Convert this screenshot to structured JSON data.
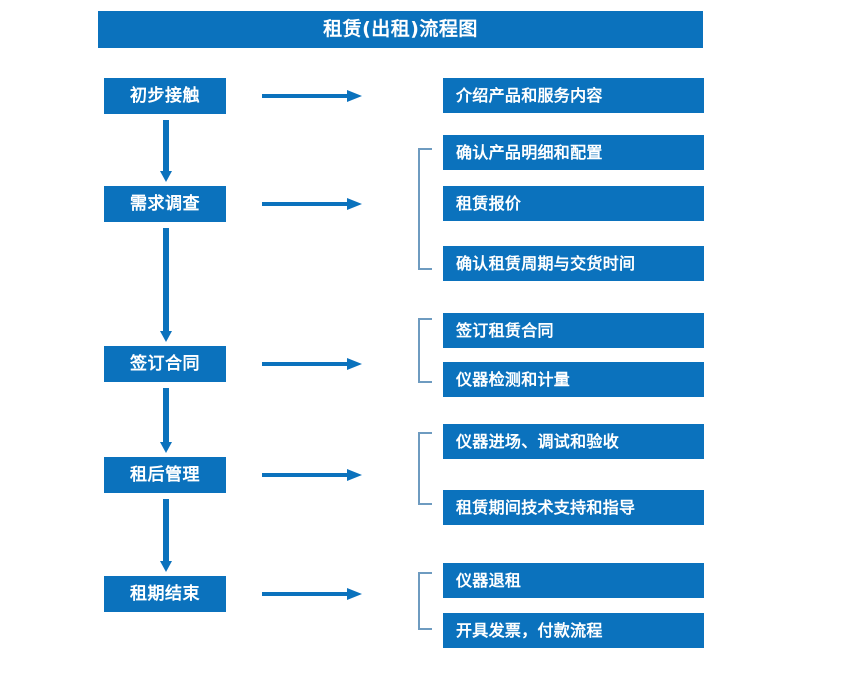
{
  "diagram": {
    "title": "租赁(出租)流程图",
    "colors": {
      "box_blue": "#0b72bd",
      "bracket_blue": "#6e9bc0",
      "text_white": "#ffffff",
      "background": "#ffffff"
    },
    "stages": [
      {
        "label": "初步接触"
      },
      {
        "label": "需求调查"
      },
      {
        "label": "签订合同"
      },
      {
        "label": "租后管理"
      },
      {
        "label": "租期结束"
      }
    ],
    "details": [
      {
        "label": "介绍产品和服务内容"
      },
      {
        "label": "确认产品明细和配置"
      },
      {
        "label": "租赁报价"
      },
      {
        "label": "确认租赁周期与交货时间"
      },
      {
        "label": "签订租赁合同"
      },
      {
        "label": "仪器检测和计量"
      },
      {
        "label": "仪器进场、调试和验收"
      },
      {
        "label": "租赁期间技术支持和指导"
      },
      {
        "label": "仪器退租"
      },
      {
        "label": "开具发票，付款流程"
      }
    ]
  }
}
